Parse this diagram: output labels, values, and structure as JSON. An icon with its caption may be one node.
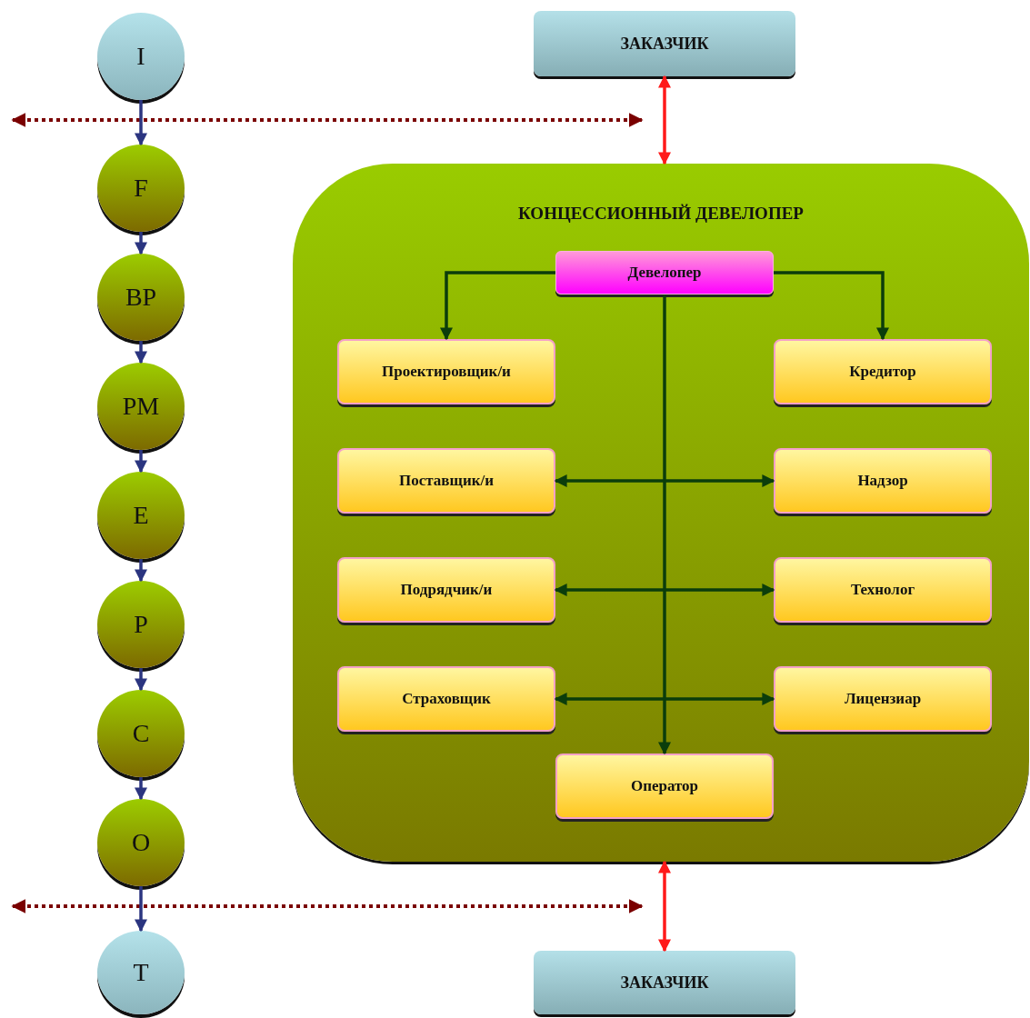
{
  "diagram": {
    "nodes": [
      {
        "text": [
          "I"
        ]
      },
      {
        "text": [
          "F"
        ]
      },
      {
        "text": [
          "BP"
        ]
      },
      {
        "text": [
          "PM"
        ]
      },
      {
        "text": [
          "E"
        ]
      },
      {
        "text": [
          "P"
        ]
      },
      {
        "text": [
          "C"
        ]
      },
      {
        "text": [
          "O"
        ]
      },
      {
        "text": [
          "T"
        ]
      },
      {
        "text": [
          "ЗАКАЗЧИК"
        ]
      },
      {
        "text": [
          "КОНЦЕССИОННЫЙ ДЕВЕЛОПЕР"
        ]
      },
      {
        "text": [
          "Девелопер"
        ],
        "in": 10
      },
      {
        "text": [
          "Проектировщик/и"
        ],
        "in": 10
      },
      {
        "text": [
          "Кредитор"
        ],
        "in": 10
      },
      {
        "text": [
          "Поставщик/и"
        ],
        "in": 10
      },
      {
        "text": [
          "Надзор"
        ],
        "in": 10
      },
      {
        "text": [
          "Подрядчик/и"
        ],
        "in": 10
      },
      {
        "text": [
          "Технолог"
        ],
        "in": 10
      },
      {
        "text": [
          "Страховщик"
        ],
        "in": 10
      },
      {
        "text": [
          "Лицензиар"
        ],
        "in": 10
      },
      {
        "text": [
          "Оператор"
        ],
        "in": 10
      },
      {
        "text": [
          "ЗАКАЗЧИК"
        ]
      }
    ],
    "edges": [
      {
        "from": 0,
        "to": 1,
        "arrow": "to"
      },
      {
        "from": 1,
        "to": 2,
        "arrow": "to"
      },
      {
        "from": 2,
        "to": 3,
        "arrow": "to"
      },
      {
        "from": 3,
        "to": 4,
        "arrow": "to"
      },
      {
        "from": 4,
        "to": 5,
        "arrow": "to"
      },
      {
        "from": 5,
        "to": 6,
        "arrow": "to"
      },
      {
        "from": 6,
        "to": 7,
        "arrow": "to"
      },
      {
        "from": 7,
        "to": 8,
        "arrow": "to"
      },
      {
        "from": 9,
        "to": 10,
        "arrow": "both",
        "color": "#ff1a1a"
      },
      {
        "from": 10,
        "to": 21,
        "arrow": "both",
        "color": "#ff1a1a"
      },
      {
        "from": 11,
        "to": 12,
        "arrow": "to",
        "color": "#0b3d0b"
      },
      {
        "from": 11,
        "to": 13,
        "arrow": "to",
        "color": "#0b3d0b"
      },
      {
        "from": 11,
        "to": 20,
        "arrow": "to",
        "color": "#0b3d0b"
      },
      {
        "from": 14,
        "to": 15,
        "arrow": "both",
        "color": "#0b3d0b"
      },
      {
        "from": 16,
        "to": 17,
        "arrow": "both",
        "color": "#0b3d0b"
      },
      {
        "from": 18,
        "to": 19,
        "arrow": "both",
        "color": "#0b3d0b"
      }
    ]
  }
}
